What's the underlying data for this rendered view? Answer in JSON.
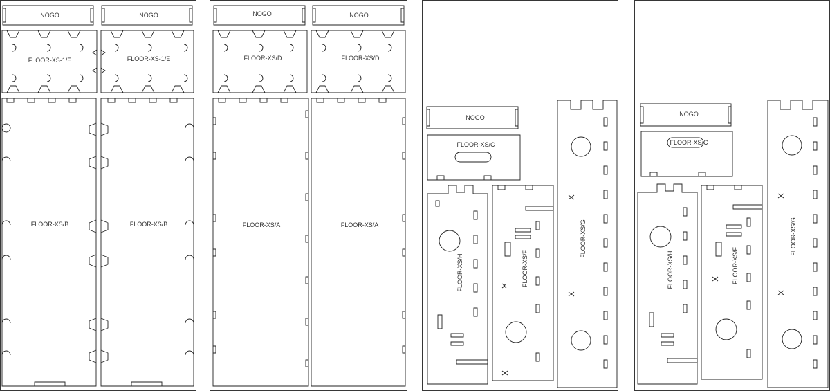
{
  "sheets": [
    {
      "parts": [
        {
          "label": "NOGO"
        },
        {
          "label": "NOGO"
        },
        {
          "label": "FLOOR-XS-1/E"
        },
        {
          "label": "FLOOR-XS-1/E"
        },
        {
          "label": "FLOOR-XS/B"
        },
        {
          "label": "FLOOR-XS/B"
        }
      ]
    },
    {
      "parts": [
        {
          "label": "NOGO"
        },
        {
          "label": "NOGO"
        },
        {
          "label": "FLOOR-XS/D"
        },
        {
          "label": "FLOOR-XS/D"
        },
        {
          "label": "FLOOR-XS/A"
        },
        {
          "label": "FLOOR-XS/A"
        }
      ]
    },
    {
      "parts": [
        {
          "label": "NOGO"
        },
        {
          "label": "FLOOR-XS/C"
        },
        {
          "label": "FLOOR-XS/H"
        },
        {
          "label": "FLOOR-XS/F"
        },
        {
          "label": "FLOOR-XS/G"
        }
      ]
    },
    {
      "parts": [
        {
          "label": "NOGO"
        },
        {
          "label": "FLOOR-XS/C"
        },
        {
          "label": "FLOOR-XS/H"
        },
        {
          "label": "FLOOR-XS/F"
        },
        {
          "label": "FLOOR-XS/G"
        }
      ]
    }
  ]
}
